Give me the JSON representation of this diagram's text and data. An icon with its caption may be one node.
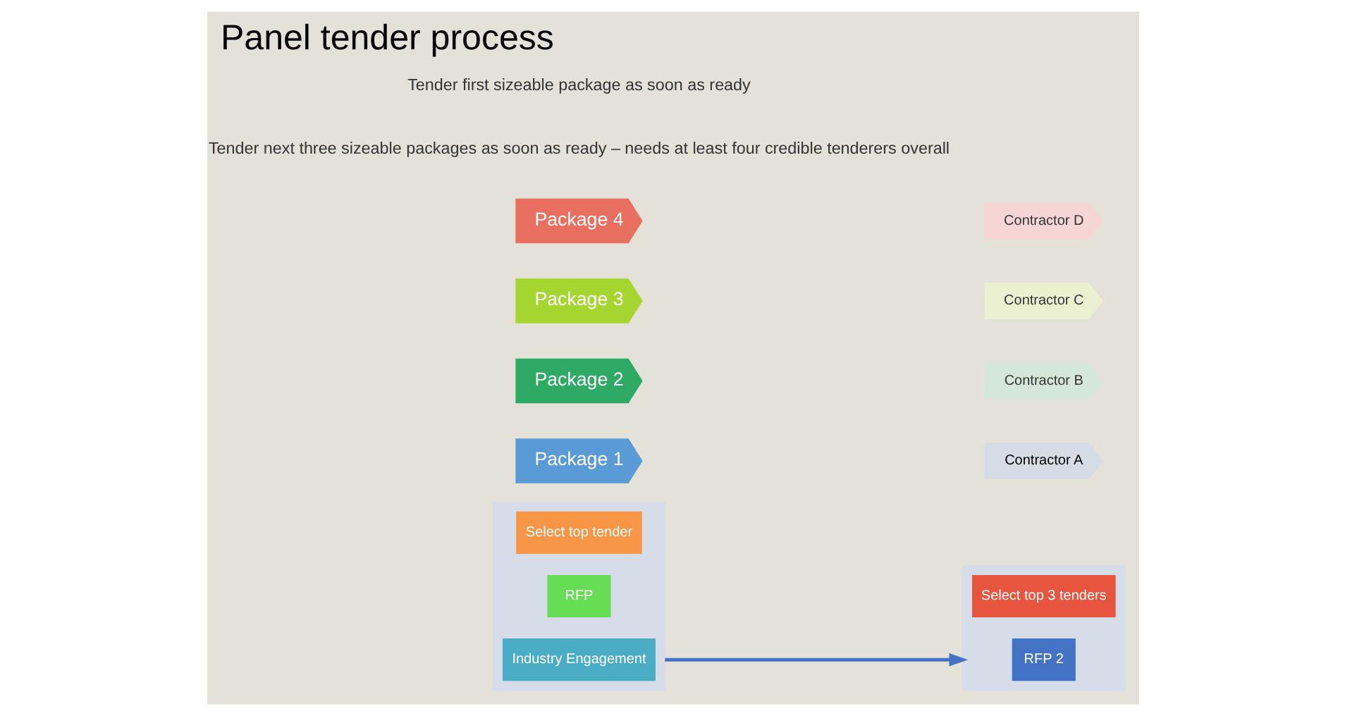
{
  "diagram": {
    "title": "Panel tender process",
    "nodes": [
      {
        "text": [],
        "shape": "arrow"
      },
      {
        "text": [
          "Industry Engagement"
        ],
        "in": 0
      },
      {
        "text": [
          "RFP"
        ],
        "in": 0
      },
      {
        "text": [
          "Select top tender"
        ],
        "in": 0
      },
      {
        "text": [
          "Package 1"
        ]
      },
      {
        "text": [
          "Contractor A"
        ]
      },
      {
        "text": [],
        "shape": "arrow"
      },
      {
        "text": [
          "RFP 2"
        ],
        "in": 6
      },
      {
        "text": [
          "Select top 3 tenders"
        ],
        "in": 6
      },
      {
        "text": [
          "Package 2"
        ]
      },
      {
        "text": [
          "Contractor B"
        ]
      },
      {
        "text": [
          "Package 3"
        ]
      },
      {
        "text": [
          "Contractor C"
        ]
      },
      {
        "text": [
          "Package 4"
        ]
      },
      {
        "text": [
          "Contractor D"
        ]
      }
    ],
    "edges": [
      {
        "from": 0,
        "to": 6,
        "arrow": "to"
      }
    ],
    "labels": [
      "Tender next three sizeable packages as soon as ready – needs at least four credible tenderers overall",
      "Tender first sizeable package as soon as ready"
    ]
  }
}
